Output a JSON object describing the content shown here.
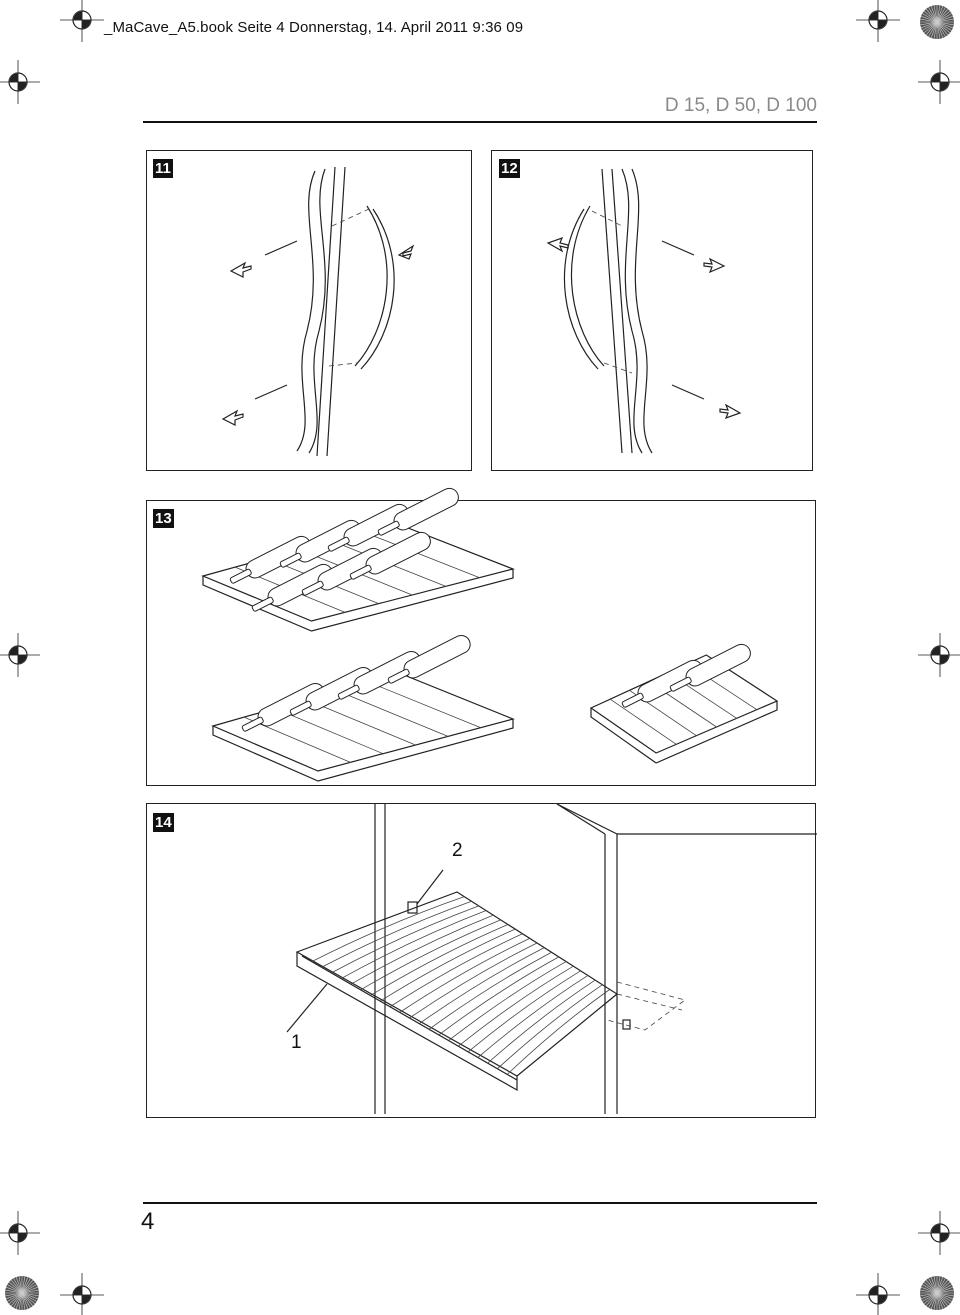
{
  "header": {
    "slug": "_MaCave_A5.book  Seite 4  Donnerstag, 14. April 2011  9:36 09",
    "model": "D 15, D 50, D 100"
  },
  "figures": [
    {
      "number": "11"
    },
    {
      "number": "12"
    },
    {
      "number": "13"
    },
    {
      "number": "14",
      "callouts": [
        "2",
        "1"
      ]
    }
  ],
  "footer": {
    "page_number": "4"
  }
}
